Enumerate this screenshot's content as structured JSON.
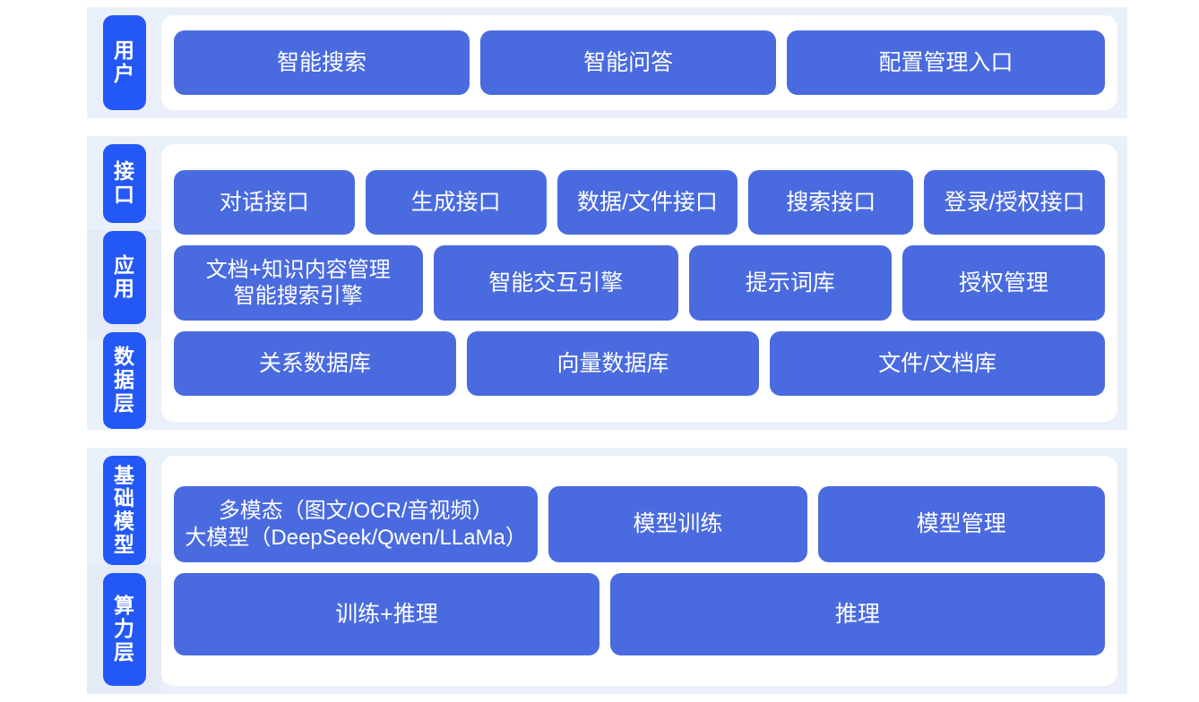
{
  "colors": {
    "badge_blue": "#2458f6",
    "card_blue": "#4a6bdf",
    "band_bg": "#eaf0fa",
    "rail_tint": "#e4ebf7",
    "panel_bg": "#ffffff",
    "page_bg": "#ffffff",
    "card_text": "#ffffff"
  },
  "bands": [
    {
      "id": "user-band",
      "stages": [
        {
          "id": "stage-user",
          "label": "用户"
        }
      ],
      "rows": [
        {
          "id": "row-user",
          "cards": [
            {
              "id": "card-smart-search",
              "label": "智能搜索"
            },
            {
              "id": "card-smart-qa",
              "label": "智能问答"
            },
            {
              "id": "card-config-management-entry",
              "label": "配置管理入口"
            }
          ]
        }
      ]
    },
    {
      "id": "platform-band",
      "stages": [
        {
          "id": "stage-interface",
          "label": "接口"
        },
        {
          "id": "stage-application",
          "label": "应用"
        },
        {
          "id": "stage-data-layer",
          "label": "数据层"
        }
      ],
      "rows": [
        {
          "id": "row-api",
          "cards": [
            {
              "id": "card-dialog-api",
              "label": "对话接口"
            },
            {
              "id": "card-generation-api",
              "label": "生成接口"
            },
            {
              "id": "card-data-file-api",
              "label": "数据/文件接口"
            },
            {
              "id": "card-search-api",
              "label": "搜索接口"
            },
            {
              "id": "card-login-auth-api",
              "label": "登录/授权接口"
            }
          ]
        },
        {
          "id": "row-app",
          "cards": [
            {
              "id": "card-document-knowledge-management",
              "label": "文档+知识内容管理\n智能搜索引擎"
            },
            {
              "id": "card-smart-interaction-engine",
              "label": "智能交互引擎"
            },
            {
              "id": "card-prompt-library",
              "label": "提示词库"
            },
            {
              "id": "card-authorization-management",
              "label": "授权管理"
            }
          ]
        },
        {
          "id": "row-data",
          "cards": [
            {
              "id": "card-relational-database",
              "label": "关系数据库"
            },
            {
              "id": "card-vector-database",
              "label": "向量数据库"
            },
            {
              "id": "card-file-document-store",
              "label": "文件/文档库"
            }
          ]
        }
      ]
    },
    {
      "id": "infrastructure-band",
      "stages": [
        {
          "id": "stage-foundation-model",
          "label": "基础模型"
        },
        {
          "id": "stage-compute-layer",
          "label": "算力层"
        }
      ],
      "rows": [
        {
          "id": "row-model",
          "cards": [
            {
              "id": "card-multimodal-large-model",
              "label": "多模态（图文/OCR/音视频）\n大模型（DeepSeek/Qwen/LLaMa）"
            },
            {
              "id": "card-model-training",
              "label": "模型训练"
            },
            {
              "id": "card-model-management",
              "label": "模型管理"
            }
          ]
        },
        {
          "id": "row-compute",
          "cards": [
            {
              "id": "card-training-inference",
              "label": "训练+推理"
            },
            {
              "id": "card-inference",
              "label": "推理"
            }
          ]
        }
      ]
    }
  ]
}
